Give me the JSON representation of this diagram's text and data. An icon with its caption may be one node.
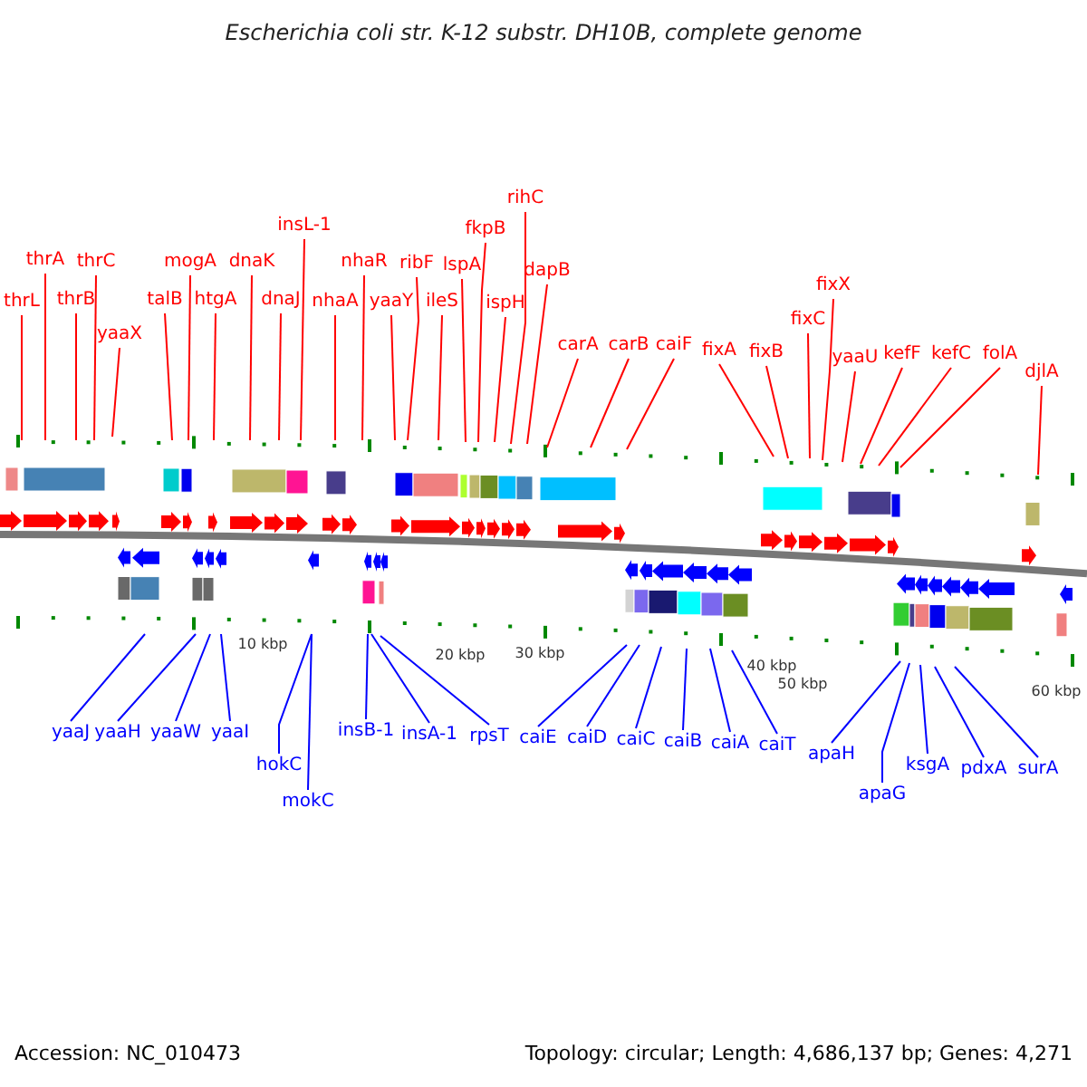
{
  "diagram": {
    "title": "Escherichia coli str. K-12 substr. DH10B, complete genome",
    "nodes": [
      {
        "text": [
          "thrL"
        ]
      },
      {
        "text": [
          "thrA"
        ]
      },
      {
        "text": [
          "thrB"
        ]
      },
      {
        "text": [
          "thrC"
        ]
      },
      {
        "text": [
          "yaaX"
        ]
      },
      {
        "text": [
          "talB"
        ]
      },
      {
        "text": [
          "mogA"
        ]
      },
      {
        "text": [
          "htgA"
        ]
      },
      {
        "text": [
          "dnaK"
        ]
      },
      {
        "text": [
          "dnaJ"
        ]
      },
      {
        "text": [
          "insL-1"
        ]
      },
      {
        "text": [
          "nhaA"
        ]
      },
      {
        "text": [
          "nhaR"
        ]
      },
      {
        "text": [
          "yaaY"
        ]
      },
      {
        "text": [
          "ribF"
        ]
      },
      {
        "text": [
          "ileS"
        ]
      },
      {
        "text": [
          "lspA"
        ]
      },
      {
        "text": [
          "fkpB"
        ]
      },
      {
        "text": [
          "ispH"
        ]
      },
      {
        "text": [
          "rihC"
        ]
      },
      {
        "text": [
          "dapB"
        ]
      },
      {
        "text": [
          "carA"
        ]
      },
      {
        "text": [
          "carB"
        ]
      },
      {
        "text": [
          "caiF"
        ]
      },
      {
        "text": [
          "fixA"
        ]
      },
      {
        "text": [
          "fixB"
        ]
      },
      {
        "text": [
          "fixC"
        ]
      },
      {
        "text": [
          "fixX"
        ]
      },
      {
        "text": [
          "yaaU"
        ]
      },
      {
        "text": [
          "kefF"
        ]
      },
      {
        "text": [
          "kefC"
        ]
      },
      {
        "text": [
          "folA"
        ]
      },
      {
        "text": [
          "djlA"
        ]
      },
      {
        "text": [
          "yaaJ"
        ]
      },
      {
        "text": [
          "yaaH"
        ]
      },
      {
        "text": [
          "yaaW"
        ]
      },
      {
        "text": [
          "yaaI"
        ]
      },
      {
        "text": [
          "hokC"
        ]
      },
      {
        "text": [
          "mokC"
        ]
      },
      {
        "text": [
          "insB-1"
        ]
      },
      {
        "text": [
          "insA-1"
        ]
      },
      {
        "text": [
          "rpsT"
        ]
      },
      {
        "text": [
          "caiE"
        ]
      },
      {
        "text": [
          "caiD"
        ]
      },
      {
        "text": [
          "caiC"
        ]
      },
      {
        "text": [
          "caiB"
        ]
      },
      {
        "text": [
          "caiA"
        ]
      },
      {
        "text": [
          "caiT"
        ]
      },
      {
        "text": [
          "apaH"
        ]
      },
      {
        "text": [
          "apaG"
        ]
      },
      {
        "text": [
          "ksgA"
        ]
      },
      {
        "text": [
          "pdxA"
        ]
      },
      {
        "text": [
          "surA"
        ]
      }
    ],
    "edges": [
      {
        "from": 0,
        "to": null,
        "arrow": "none"
      },
      {
        "from": 1,
        "to": null,
        "arrow": "none"
      },
      {
        "from": 2,
        "to": null,
        "arrow": "none"
      },
      {
        "from": 3,
        "to": null,
        "arrow": "none"
      },
      {
        "from": 4,
        "to": null,
        "arrow": "none"
      },
      {
        "from": 5,
        "to": null,
        "arrow": "none"
      },
      {
        "from": 6,
        "to": null,
        "arrow": "none"
      },
      {
        "from": 7,
        "to": null,
        "arrow": "none"
      },
      {
        "from": 8,
        "to": null,
        "arrow": "none"
      },
      {
        "from": 9,
        "to": null,
        "arrow": "none"
      },
      {
        "from": 10,
        "to": null,
        "arrow": "none"
      },
      {
        "from": 11,
        "to": null,
        "arrow": "none"
      },
      {
        "from": 12,
        "to": null,
        "arrow": "none"
      },
      {
        "from": 13,
        "to": null,
        "arrow": "none"
      },
      {
        "from": 14,
        "to": null,
        "arrow": "none"
      },
      {
        "from": 15,
        "to": null,
        "arrow": "none"
      },
      {
        "from": 16,
        "to": null,
        "arrow": "none"
      },
      {
        "from": 17,
        "to": null,
        "arrow": "none"
      },
      {
        "from": 18,
        "to": null,
        "arrow": "none"
      },
      {
        "from": 19,
        "to": null,
        "arrow": "none"
      },
      {
        "from": 20,
        "to": null,
        "arrow": "none"
      },
      {
        "from": 21,
        "to": null,
        "arrow": "none"
      },
      {
        "from": 22,
        "to": null,
        "arrow": "none"
      },
      {
        "from": 23,
        "to": null,
        "arrow": "none"
      },
      {
        "from": 24,
        "to": null,
        "arrow": "none"
      },
      {
        "from": 25,
        "to": null,
        "arrow": "none"
      },
      {
        "from": 26,
        "to": null,
        "arrow": "none"
      },
      {
        "from": 27,
        "to": null,
        "arrow": "none"
      },
      {
        "from": 28,
        "to": null,
        "arrow": "none"
      },
      {
        "from": 29,
        "to": null,
        "arrow": "none"
      },
      {
        "from": 30,
        "to": null,
        "arrow": "none"
      },
      {
        "from": 31,
        "to": null,
        "arrow": "none"
      },
      {
        "from": 32,
        "to": null,
        "arrow": "none"
      },
      {
        "from": 33,
        "to": null,
        "arrow": "none",
        "color": "#0000ff"
      },
      {
        "from": 34,
        "to": null,
        "arrow": "none",
        "color": "#0000ff"
      },
      {
        "from": 35,
        "to": null,
        "arrow": "none",
        "color": "#0000ff"
      },
      {
        "from": 36,
        "to": null,
        "arrow": "none",
        "color": "#0000ff"
      },
      {
        "from": 37,
        "to": null,
        "arrow": "none",
        "color": "#0000ff"
      },
      {
        "from": 38,
        "to": null,
        "arrow": "none",
        "color": "#0000ff"
      },
      {
        "from": 39,
        "to": null,
        "arrow": "none",
        "color": "#0000ff"
      },
      {
        "from": 40,
        "to": null,
        "arrow": "none",
        "color": "#0000ff"
      },
      {
        "from": 41,
        "to": null,
        "arrow": "none",
        "color": "#0000ff"
      },
      {
        "from": 42,
        "to": null,
        "arrow": "none",
        "color": "#0000ff"
      },
      {
        "from": 43,
        "to": null,
        "arrow": "none",
        "color": "#0000ff"
      },
      {
        "from": 44,
        "to": null,
        "arrow": "none",
        "color": "#0000ff"
      },
      {
        "from": 45,
        "to": null,
        "arrow": "none",
        "color": "#0000ff"
      },
      {
        "from": 46,
        "to": null,
        "arrow": "none",
        "color": "#0000ff"
      },
      {
        "from": 47,
        "to": null,
        "arrow": "none",
        "color": "#0000ff"
      },
      {
        "from": 48,
        "to": null,
        "arrow": "none",
        "color": "#0000ff"
      },
      {
        "from": 49,
        "to": null,
        "arrow": "none",
        "color": "#0000ff"
      },
      {
        "from": 50,
        "to": null,
        "arrow": "none",
        "color": "#0000ff"
      },
      {
        "from": 51,
        "to": null,
        "arrow": "none",
        "color": "#0000ff"
      },
      {
        "from": 52,
        "to": null,
        "arrow": "none",
        "color": "#0000ff"
      }
    ],
    "labels": [
      "10 kbp",
      "20 kbp",
      "30 kbp",
      "40 kbp",
      "50 kbp",
      "60 kbp",
      "Accession: NC_010473",
      "Topology: circular; Length: 4,686,137 bp; Genes: 4,271"
    ]
  }
}
